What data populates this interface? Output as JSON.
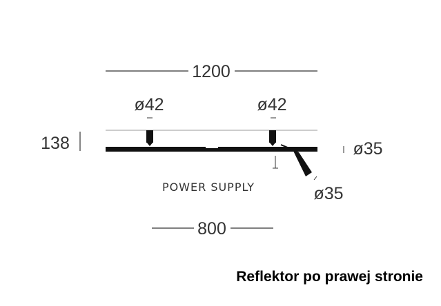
{
  "dimensions": {
    "total_length": "1200",
    "height": "138",
    "power_supply_length": "800",
    "spot_diameter_left": "ø42",
    "spot_diameter_right": "ø42",
    "reflector_diameter_side": "ø35",
    "reflector_diameter_bottom": "ø35"
  },
  "labels": {
    "power_supply": "POWER SUPPLY"
  },
  "caption": "Reflektor po prawej stronie"
}
